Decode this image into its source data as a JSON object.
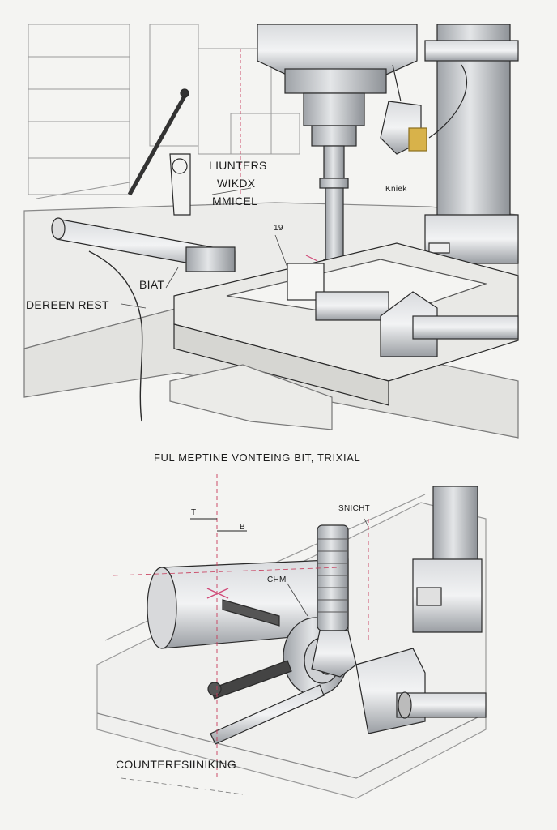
{
  "top_figure": {
    "labels": {
      "l1": "LIUNTERS",
      "l2": "WIKDX",
      "l3": "MMICEL",
      "l4": "19",
      "l5": "BIAT",
      "l6": "DEREEN REST",
      "l7": "Kniek"
    }
  },
  "caption_middle": "FUL MEPTINE VONTEING BIT, TRIXIAL",
  "bottom_figure": {
    "labels": {
      "t": "T",
      "b": "B",
      "sncht": "SNICHT",
      "chm": "CHM"
    },
    "caption": "COUNTERESIINIKING"
  },
  "colors": {
    "ink": "#1e1e1e",
    "steel": "#b9bcc0",
    "accent_pink": "#d04a78",
    "brass": "#d8b24a"
  }
}
